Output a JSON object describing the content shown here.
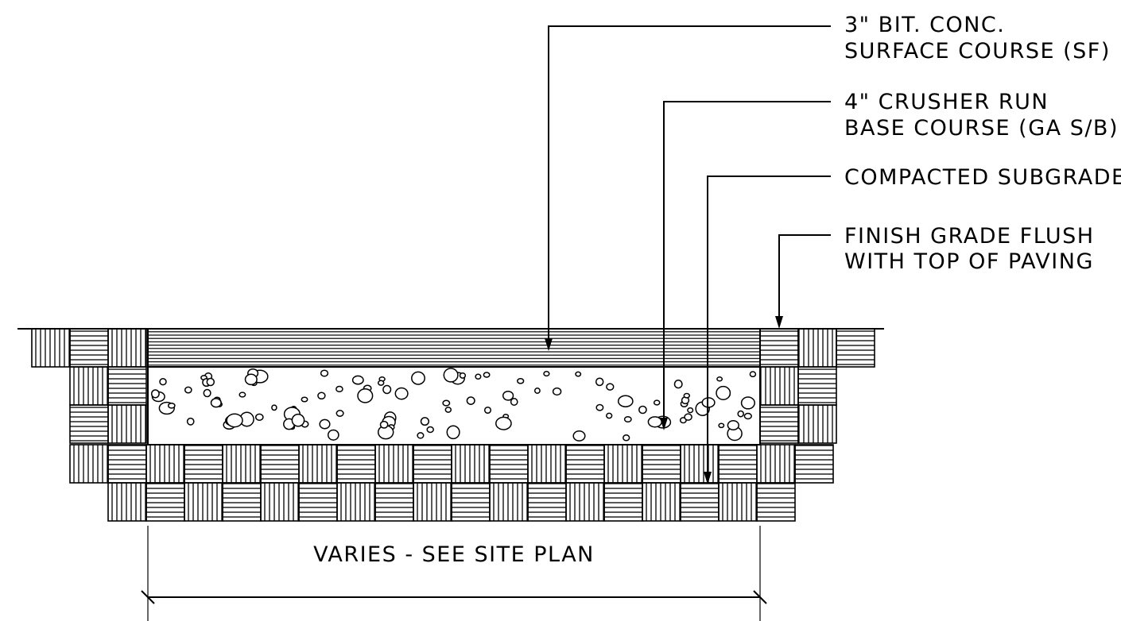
{
  "callouts": {
    "surface_course": {
      "line1": "3\" BIT. CONC.",
      "line2": "SURFACE COURSE (SF)"
    },
    "base_course": {
      "line1": "4\" CRUSHER RUN",
      "line2": "BASE COURSE (GA S/B)"
    },
    "subgrade": {
      "line1": "COMPACTED SUBGRADE"
    },
    "finish_grade": {
      "line1": "FINISH GRADE FLUSH",
      "line2": "WITH TOP OF PAVING"
    }
  },
  "dimension": {
    "label": "VARIES - SEE SITE PLAN"
  }
}
